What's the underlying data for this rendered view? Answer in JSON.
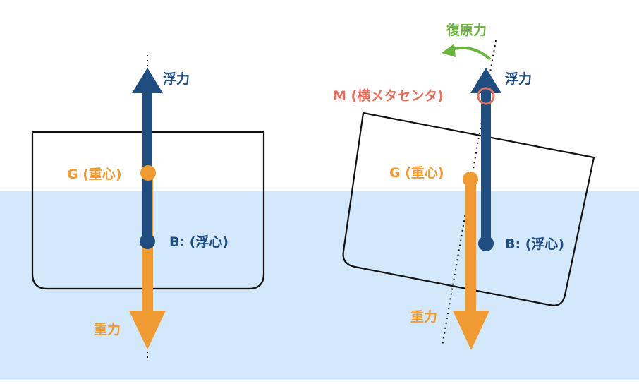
{
  "colors": {
    "water": "#d3e8fb",
    "buoyancy": "#1f4d80",
    "gravity": "#ef9a33",
    "metacenter": "#e0705e",
    "restoring": "#6cb43f",
    "hull_stroke": "#111111",
    "axis_line": "#111111"
  },
  "left_diagram": {
    "buoyancy_label": "浮力",
    "gravity_center_label": "G (重心)",
    "buoyancy_center_label": "B: (浮心)",
    "gravity_label": "重力"
  },
  "right_diagram": {
    "restoring_label": "復原力",
    "buoyancy_label": "浮力",
    "metacenter_label": "M (横メタセンタ)",
    "gravity_center_label": "G (重心)",
    "buoyancy_center_label": "B: (浮心)",
    "gravity_label": "重力"
  }
}
